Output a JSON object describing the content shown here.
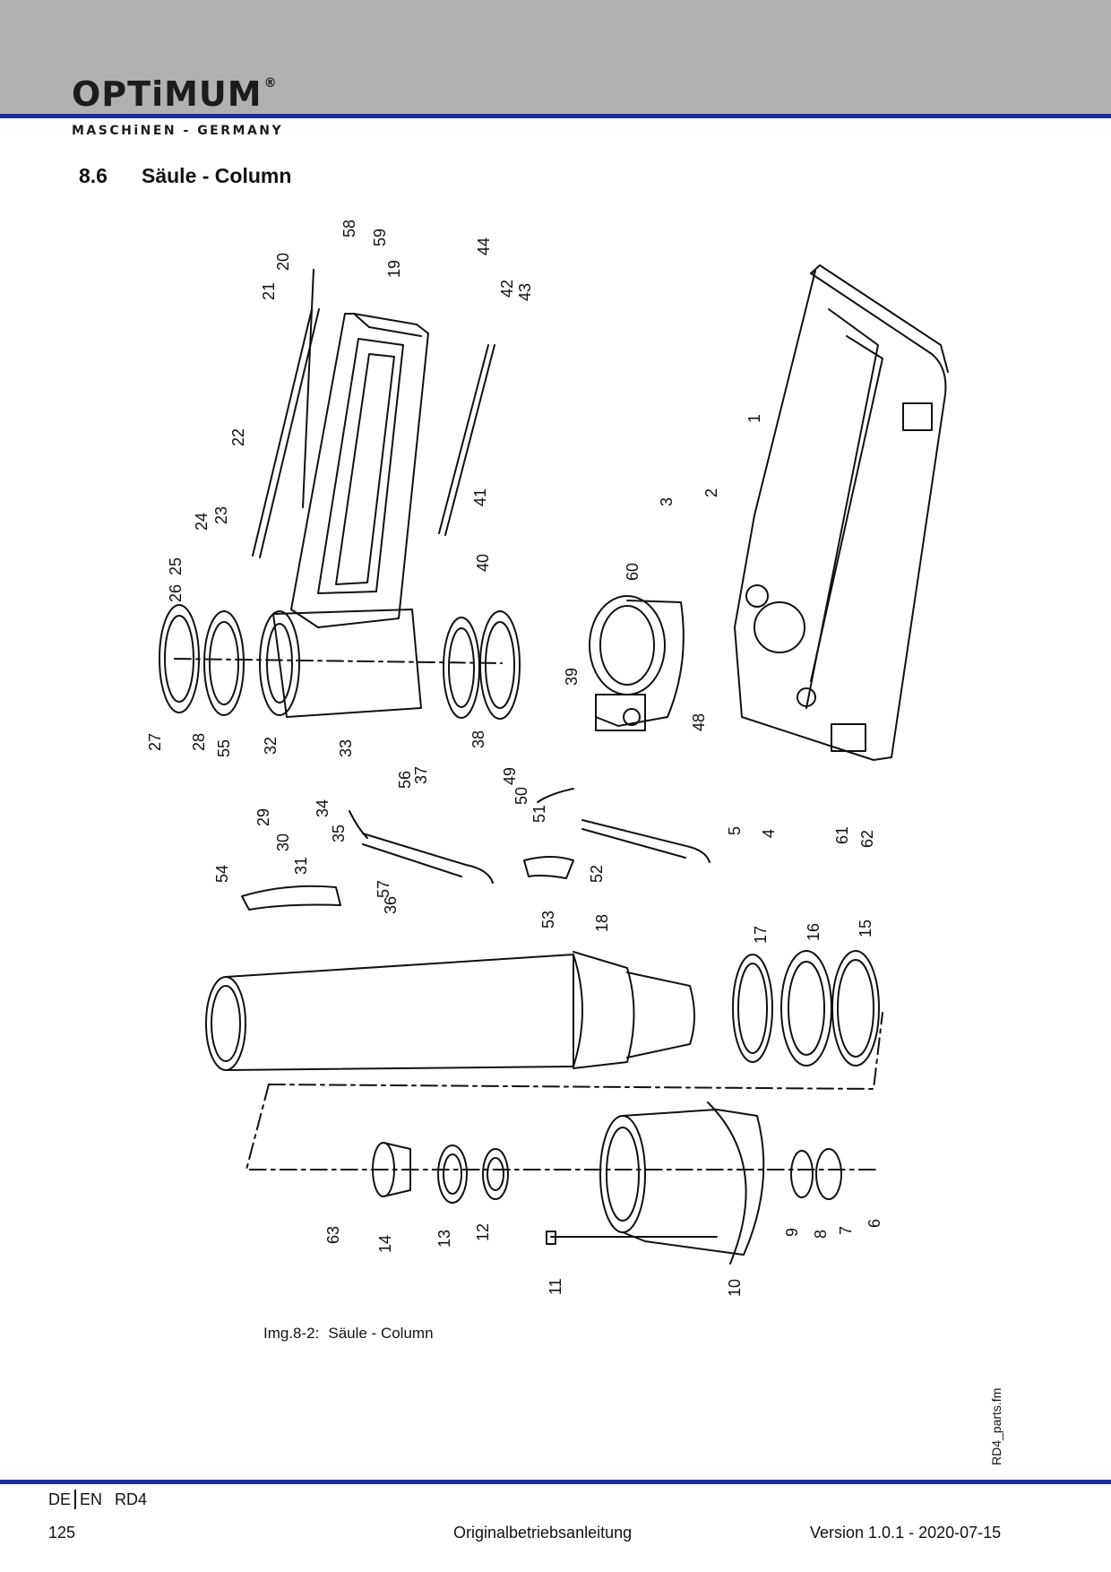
{
  "header": {
    "logo": "OPTiMUM",
    "logo_mark": "®",
    "tagline": "MASCHiNEN - GERMANY"
  },
  "section": {
    "number": "8.6",
    "title": "Säule - Column"
  },
  "diagram": {
    "part_numbers": [
      "1",
      "2",
      "3",
      "4",
      "5",
      "6",
      "7",
      "8",
      "9",
      "10",
      "11",
      "12",
      "13",
      "14",
      "15",
      "16",
      "17",
      "18",
      "19",
      "20",
      "21",
      "22",
      "23",
      "24",
      "25",
      "26",
      "27",
      "28",
      "29",
      "30",
      "31",
      "32",
      "33",
      "34",
      "35",
      "36",
      "37",
      "38",
      "39",
      "40",
      "41",
      "42",
      "43",
      "44",
      "48",
      "49",
      "50",
      "51",
      "52",
      "53",
      "54",
      "55",
      "56",
      "57",
      "58",
      "59",
      "60",
      "61",
      "62",
      "63"
    ]
  },
  "caption": {
    "label": "Img.8-2:",
    "text": "Säule - Column"
  },
  "side_note": "RD4_parts.fm",
  "footer": {
    "lang_de": "DE",
    "lang_en": "EN",
    "model": "RD4",
    "page": "125",
    "doc_title": "Originalbetriebsanleitung",
    "version": "Version 1.0.1 - 2020-07-15"
  },
  "colors": {
    "header_gray": "#b1b1b1",
    "accent_blue": "#1c2f9a"
  }
}
